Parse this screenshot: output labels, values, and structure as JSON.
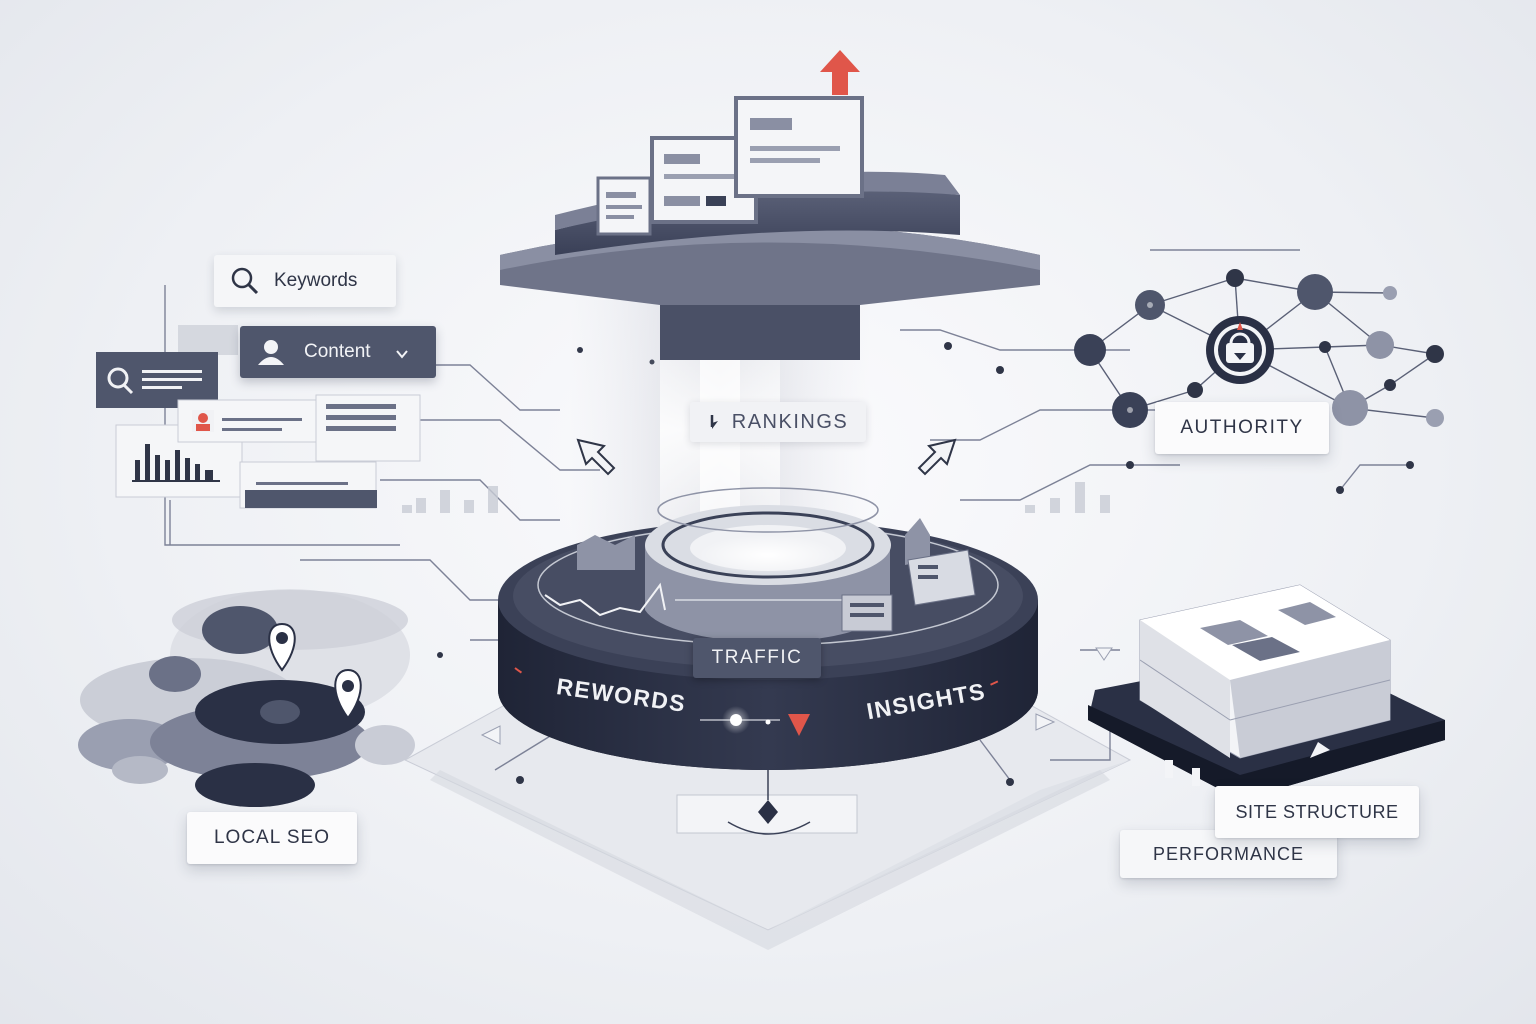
{
  "labels": {
    "keywords": "Keywords",
    "content": "Content",
    "rankings": "RANKINGS",
    "authority": "AUTHORITY",
    "traffic": "TRAFFIC",
    "rewords": "REWORDS",
    "insights": "INSIGHTS",
    "local_seo": "LOCAL SEO",
    "site_structure": "SITE STRUCTURE",
    "performance": "PERFORMANCE"
  },
  "icons": {
    "keywords": "search-icon",
    "content": "user-icon",
    "content_toggle": "chevron-down-icon",
    "rankings": "arrow-down-icon",
    "trend": "arrow-up-icon"
  },
  "colors": {
    "dark": "#3a4157",
    "mid": "#6b7187",
    "light": "#e9ebf0",
    "accent": "#e0564a"
  }
}
